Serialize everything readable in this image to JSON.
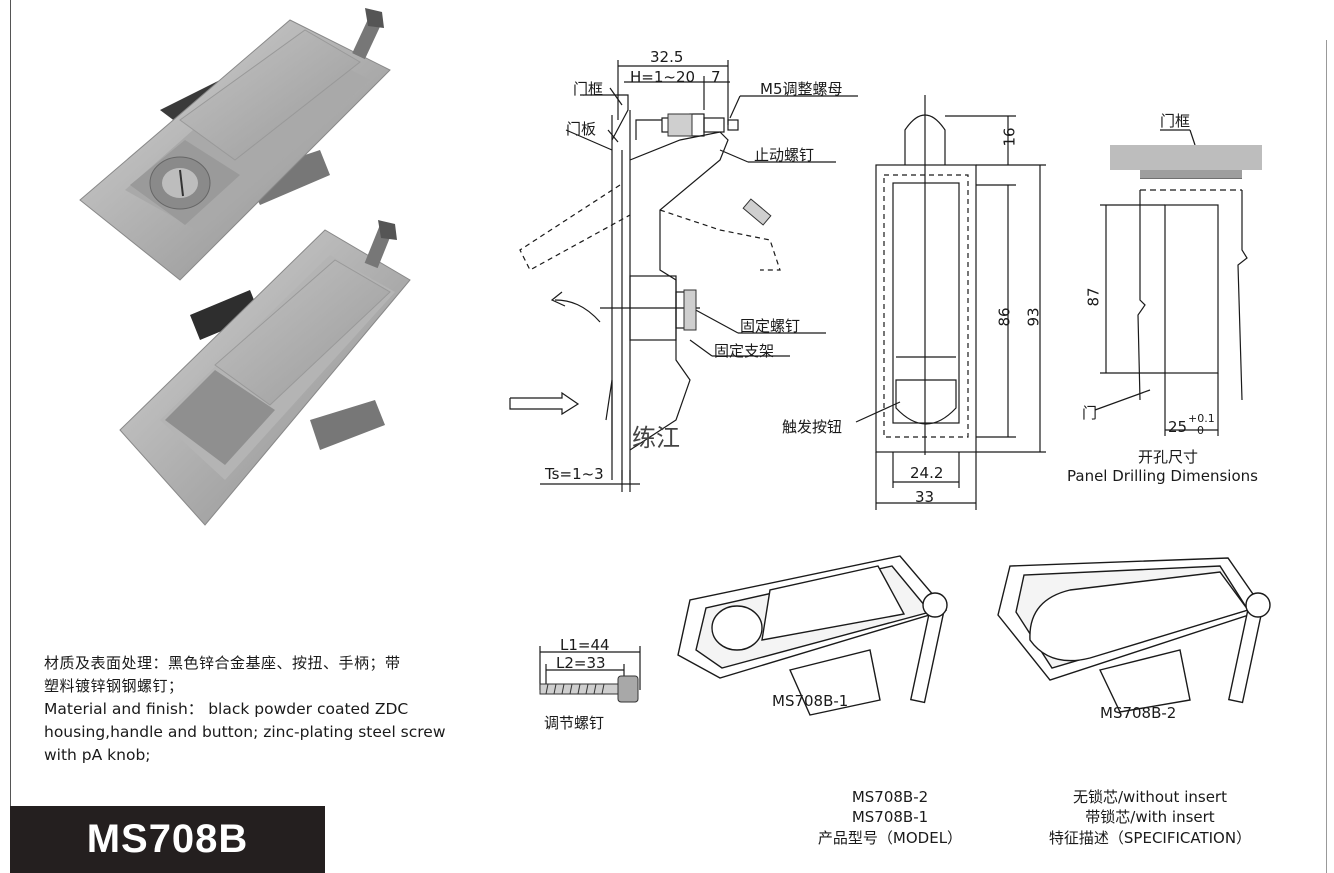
{
  "product": {
    "model_badge": "MS708B"
  },
  "material": {
    "zh_line1": "材质及表面处理：黑色锌合金基座、按扭、手柄；带",
    "zh_line2": "塑料镀锌钢钢螺钉；",
    "en_line1": "Material and finish： black powder coated ZDC",
    "en_line2": "housing,handle and button; zinc-plating steel screw",
    "en_line3": "with pA knob;"
  },
  "side_view": {
    "dim_total": "32.5",
    "dim_h": "H=1~20",
    "dim_7": "7",
    "label_frame": "门框",
    "label_panel": "门板",
    "label_nut": "M5调整螺母",
    "label_stop_screw": "止动螺钉",
    "label_fix_screw": "固定螺钉",
    "label_fix_bracket": "固定支架",
    "label_ts": "Ts=1~3",
    "watermark": "练江"
  },
  "front_view": {
    "dim_16": "16",
    "dim_86": "86",
    "dim_93": "93",
    "dim_24_2": "24.2",
    "dim_33": "33",
    "label_button": "触发按钮"
  },
  "panel_cutout": {
    "label_frame": "门框",
    "label_door": "门",
    "dim_87": "87",
    "dim_25": "25",
    "tol_plus": "+0.1",
    "tol_zero": "0",
    "title_zh": "开孔尺寸",
    "title_en": "Panel Drilling Dimensions"
  },
  "adjust_screw": {
    "l1": "L1=44",
    "l2": "L2=33",
    "label": "调节螺钉"
  },
  "variants": {
    "v1": "MS708B-1",
    "v2": "MS708B-2"
  },
  "model_table": {
    "model_header": "产品型号（MODEL）",
    "spec_header": "特征描述（SPECIFICATION）",
    "row1_model": "MS708B-2",
    "row1_spec": "无锁芯/without insert",
    "row2_model": "MS708B-1",
    "row2_spec": "带锁芯/with insert"
  },
  "colors": {
    "badge_bg": "#241f1f",
    "metal": "#b9b9b9",
    "line": "#1a1a1a"
  }
}
